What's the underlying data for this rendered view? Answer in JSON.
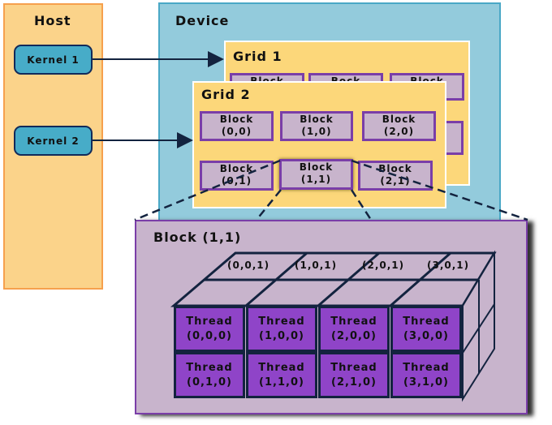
{
  "host": {
    "label": "Host",
    "kernels": [
      "Kernel 1",
      "Kernel 2"
    ]
  },
  "device": {
    "label": "Device",
    "grid1": {
      "label": "Grid 1",
      "blocks": [
        "Block",
        "Bock",
        "Block"
      ]
    },
    "grid2": {
      "label": "Grid 2",
      "blocks": [
        {
          "l1": "Block",
          "l2": "(0,0)"
        },
        {
          "l1": "Block",
          "l2": "(1,0)"
        },
        {
          "l1": "Block",
          "l2": "(2,0)"
        },
        {
          "l1": "Block",
          "l2": "(0,1)"
        },
        {
          "l1": "Block",
          "l2": "(1,1)"
        },
        {
          "l1": "Block",
          "l2": "(2,1)"
        }
      ]
    }
  },
  "block_detail": {
    "label": "Block (1,1)",
    "back_labels": [
      "(0,0,1)",
      "(1,0,1)",
      "(2,0,1)",
      "(3,0,1)"
    ],
    "threads": [
      {
        "l1": "Thread",
        "l2": "(0,0,0)"
      },
      {
        "l1": "Thread",
        "l2": "(1,0,0)"
      },
      {
        "l1": "Thread",
        "l2": "(2,0,0)"
      },
      {
        "l1": "Thread",
        "l2": "(3,0,0)"
      },
      {
        "l1": "Thread",
        "l2": "(0,1,0)"
      },
      {
        "l1": "Thread",
        "l2": "(1,1,0)"
      },
      {
        "l1": "Thread",
        "l2": "(2,1,0)"
      },
      {
        "l1": "Thread",
        "l2": "(3,1,0)"
      }
    ]
  }
}
